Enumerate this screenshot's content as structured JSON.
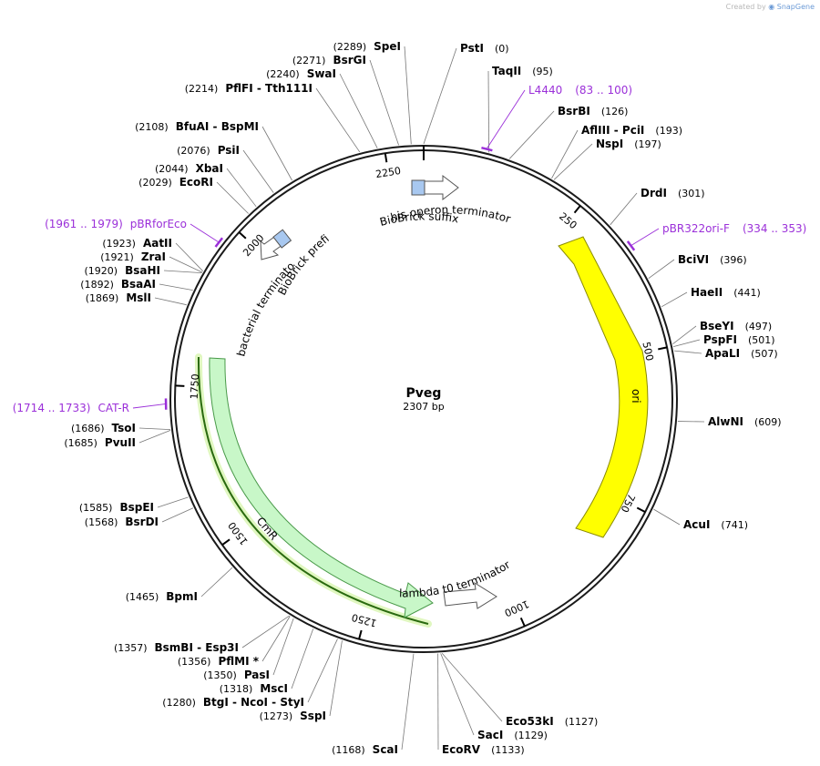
{
  "header": {
    "created_by": "Created by",
    "brand": "SnapGene"
  },
  "plasmid": {
    "name": "Pveg",
    "length_label": "2307 bp",
    "length": 2307
  },
  "colors": {
    "ori": "#ffff00",
    "cmr": "#c8f7c8",
    "cmr_outline": "#2a7a2a",
    "primer": "#9b30d9",
    "terminator_fill": "#ffffff",
    "biobrick": "#a8c8f0",
    "backbone": "#1a1a1a"
  },
  "tick_marks": [
    {
      "label": "250",
      "pos": 250
    },
    {
      "label": "500",
      "pos": 500
    },
    {
      "label": "750",
      "pos": 750
    },
    {
      "label": "1000",
      "pos": 1000
    },
    {
      "label": "1250",
      "pos": 1250
    },
    {
      "label": "1500",
      "pos": 1500
    },
    {
      "label": "1750",
      "pos": 1750
    },
    {
      "label": "2000",
      "pos": 2000
    },
    {
      "label": "2250",
      "pos": 2250
    }
  ],
  "enzymes": [
    {
      "name": "PstI",
      "pos": "(0)",
      "site": 0
    },
    {
      "name": "TaqII",
      "pos": "(95)",
      "site": 95
    },
    {
      "name": "BsrBI",
      "pos": "(126)",
      "site": 126
    },
    {
      "name": "AflIII  -  PciI",
      "pos": "(193)",
      "site": 193
    },
    {
      "name": "NspI",
      "pos": "(197)",
      "site": 197
    },
    {
      "name": "DrdI",
      "pos": "(301)",
      "site": 301
    },
    {
      "name": "BciVI",
      "pos": "(396)",
      "site": 396
    },
    {
      "name": "HaeII",
      "pos": "(441)",
      "site": 441
    },
    {
      "name": "BseYI",
      "pos": "(497)",
      "site": 497
    },
    {
      "name": "PspFI",
      "pos": "(501)",
      "site": 501
    },
    {
      "name": "ApaLI",
      "pos": "(507)",
      "site": 507
    },
    {
      "name": "AlwNI",
      "pos": "(609)",
      "site": 609
    },
    {
      "name": "AcuI",
      "pos": "(741)",
      "site": 741
    },
    {
      "name": "Eco53kI",
      "pos": "(1127)",
      "site": 1127
    },
    {
      "name": "SacI",
      "pos": "(1129)",
      "site": 1129
    },
    {
      "name": "EcoRV",
      "pos": "(1133)",
      "site": 1133
    },
    {
      "name": "ScaI",
      "pos": "(1168)",
      "site": 1168
    },
    {
      "name": "SspI",
      "pos": "(1273)",
      "site": 1273
    },
    {
      "name": "BtgI  -  NcoI  -  StyI",
      "pos": "(1280)",
      "site": 1280
    },
    {
      "name": "MscI",
      "pos": "(1318)",
      "site": 1318
    },
    {
      "name": "PasI",
      "pos": "(1350)",
      "site": 1350
    },
    {
      "name": "PflMI *",
      "pos": "(1356)",
      "site": 1356
    },
    {
      "name": "BsmBI  -  Esp3I",
      "pos": "(1357)",
      "site": 1357
    },
    {
      "name": "BpmI",
      "pos": "(1465)",
      "site": 1465
    },
    {
      "name": "BsrDI",
      "pos": "(1568)",
      "site": 1568
    },
    {
      "name": "BspEI",
      "pos": "(1585)",
      "site": 1585
    },
    {
      "name": "PvuII",
      "pos": "(1685)",
      "site": 1685
    },
    {
      "name": "TsoI",
      "pos": "(1686)",
      "site": 1686
    },
    {
      "name": "MslI",
      "pos": "(1869)",
      "site": 1869
    },
    {
      "name": "BsaAI",
      "pos": "(1892)",
      "site": 1892
    },
    {
      "name": "BsaHI",
      "pos": "(1920)",
      "site": 1920
    },
    {
      "name": "ZraI",
      "pos": "(1921)",
      "site": 1921
    },
    {
      "name": "AatII",
      "pos": "(1923)",
      "site": 1923
    },
    {
      "name": "EcoRI",
      "pos": "(2029)",
      "site": 2029
    },
    {
      "name": "XbaI",
      "pos": "(2044)",
      "site": 2044
    },
    {
      "name": "PsiI",
      "pos": "(2076)",
      "site": 2076
    },
    {
      "name": "BfuAI  -  BspMI",
      "pos": "(2108)",
      "site": 2108
    },
    {
      "name": "PflFI  -  Tth111I",
      "pos": "(2214)",
      "site": 2214
    },
    {
      "name": "SwaI",
      "pos": "(2240)",
      "site": 2240
    },
    {
      "name": "BsrGI",
      "pos": "(2271)",
      "site": 2271
    },
    {
      "name": "SpeI",
      "pos": "(2289)",
      "site": 2289
    }
  ],
  "primers": [
    {
      "name": "L4440",
      "range": "(83 .. 100)",
      "site": 91
    },
    {
      "name": "pBR322ori-F",
      "range": "(334 .. 353)",
      "site": 343
    },
    {
      "name": "CAT-R",
      "range": "(1714 .. 1733)",
      "site": 1723
    },
    {
      "name": "pBRforEco",
      "range": "(1961 .. 1979)",
      "site": 1970
    }
  ],
  "features": {
    "ori": "ori",
    "cmr": "CmR",
    "his_terminator": "his operon terminator",
    "biobrick_suffix": "BioBrick suffix",
    "biobrick_prefix": "BioBrick prefix",
    "bacterial_terminator": "bacterial terminator",
    "lambda_terminator": "lambda t0 terminator"
  }
}
